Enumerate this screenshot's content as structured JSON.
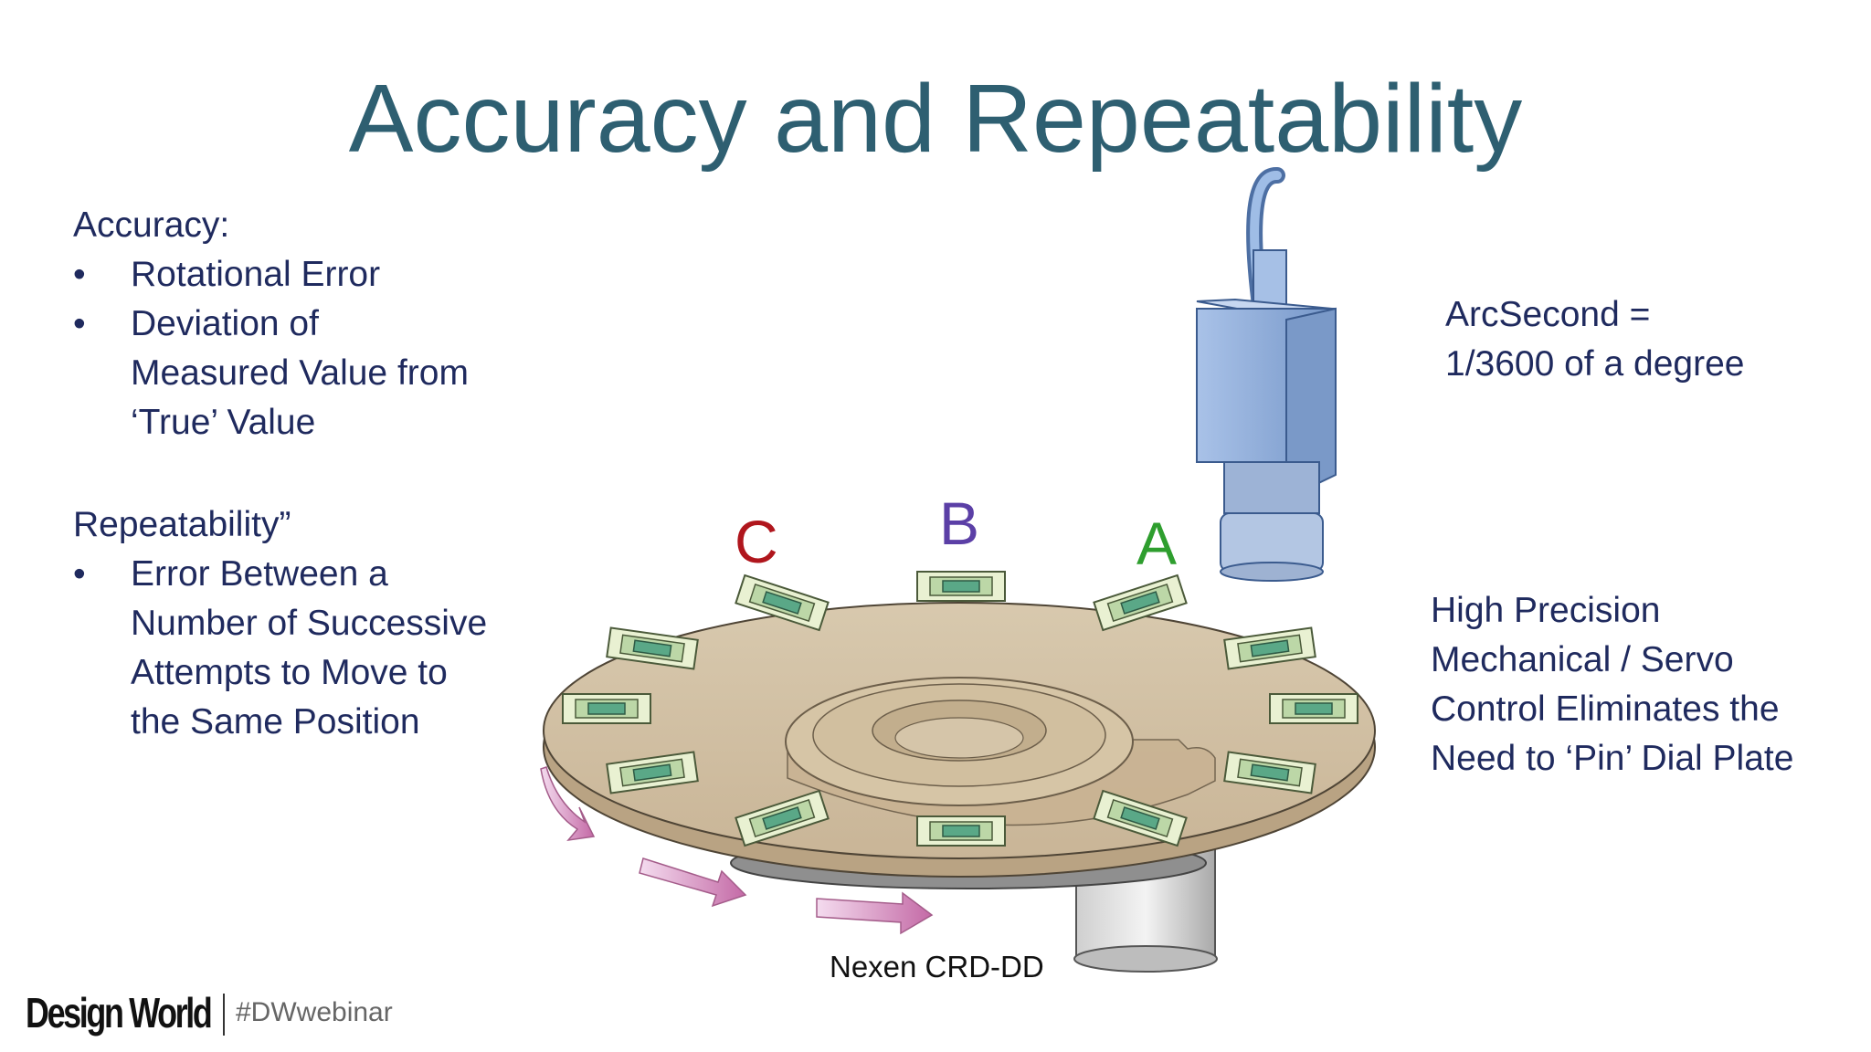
{
  "title": "Accuracy and Repeatability",
  "accuracy": {
    "heading": "Accuracy:",
    "items": [
      {
        "lines": [
          "Rotational Error"
        ]
      },
      {
        "lines": [
          "Deviation of",
          "Measured Value from",
          "‘True’ Value"
        ]
      }
    ]
  },
  "repeatability": {
    "heading": "Repeatability”",
    "items": [
      {
        "lines": [
          "Error Between a",
          "Number of Successive",
          "Attempts to Move to",
          "the Same Position"
        ]
      }
    ]
  },
  "bullet_glyph": "•",
  "arcsecond": {
    "line1": "ArcSecond =",
    "line2": "1/3600 of a degree"
  },
  "precision": {
    "lines": [
      "High Precision",
      "Mechanical / Servo",
      "Control Eliminates  the",
      "Need to ‘Pin’ Dial Plate"
    ]
  },
  "positions": {
    "a": "A",
    "b": "B",
    "c": "C"
  },
  "position_colors": {
    "a": "#2e9e2e",
    "b": "#5b3fa6",
    "c": "#b0161d"
  },
  "caption": "Nexen CRD-DD",
  "footer": {
    "logo": "Design World",
    "hashtag": "#DWwebinar"
  },
  "icons": [
    "camera-icon",
    "dial-plate-illustration",
    "rotation-arrow-icon"
  ]
}
